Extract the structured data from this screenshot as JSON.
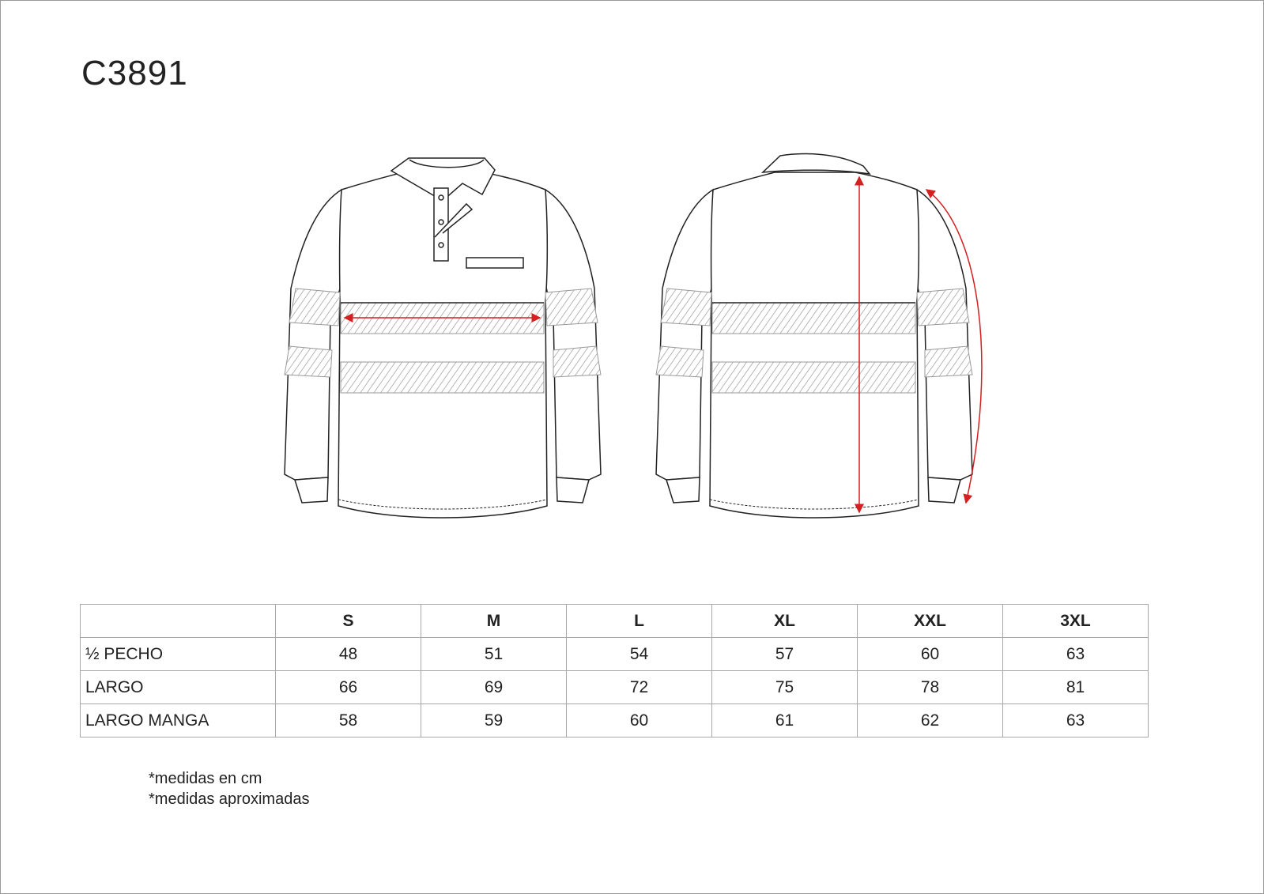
{
  "title": "C3891",
  "size_table": {
    "headers": [
      "S",
      "M",
      "L",
      "XL",
      "XXL",
      "3XL"
    ],
    "rows": [
      {
        "label": "½  PECHO",
        "values": [
          "48",
          "51",
          "54",
          "57",
          "60",
          "63"
        ]
      },
      {
        "label": "LARGO",
        "values": [
          "66",
          "69",
          "72",
          "75",
          "78",
          "81"
        ]
      },
      {
        "label": "LARGO MANGA",
        "values": [
          "58",
          "59",
          "60",
          "61",
          "62",
          "63"
        ]
      }
    ]
  },
  "notes": [
    "*medidas en cm",
    "*medidas aproximadas"
  ],
  "colors": {
    "measure_arrow": "#d42020",
    "outline": "#222222",
    "hatch": "#9a9a9a"
  }
}
